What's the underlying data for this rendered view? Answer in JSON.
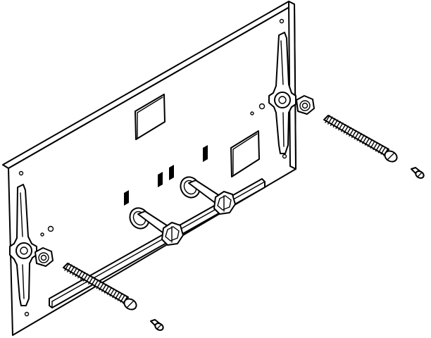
{
  "illustration": {
    "subject": "mounting-plate-assembly",
    "components": [
      "mounting-plate",
      "wing-bracket-left",
      "wing-bracket-right",
      "hex-nut-left",
      "hex-nut-right",
      "rectangular-cutout-upper",
      "rectangular-cutout-lower",
      "slot-markers",
      "pipe-stub-left",
      "pipe-stub-right",
      "horizontal-rail",
      "threaded-bolt-left",
      "threaded-bolt-right",
      "small-screw-left",
      "small-screw-right"
    ],
    "colors": {
      "line": "#000000",
      "fill": "#ffffff"
    }
  }
}
